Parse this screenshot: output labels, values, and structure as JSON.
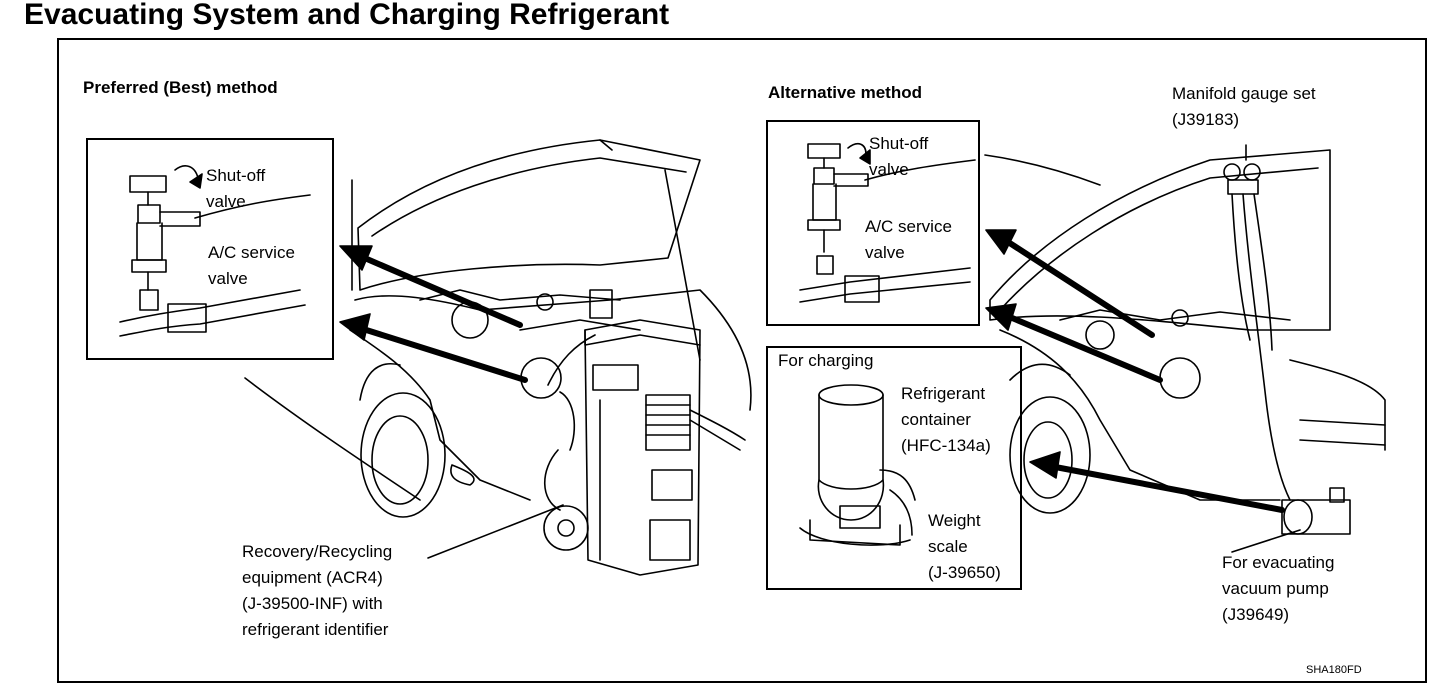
{
  "title": "Evacuating System and Charging Refrigerant",
  "left_panel": {
    "heading": "Preferred (Best) method",
    "inset": {
      "shutoff_valve": [
        "Shut-off",
        "valve"
      ],
      "service_valve": [
        "A/C service",
        "valve"
      ]
    },
    "equipment_label": [
      "Recovery/Recycling",
      "equipment (ACR4)",
      "(J-39500-INF) with",
      "refrigerant identifier"
    ]
  },
  "right_panel": {
    "heading": "Alternative method",
    "inset": {
      "shutoff_valve": [
        "Shut-off",
        "valve"
      ],
      "service_valve": [
        "A/C service",
        "valve"
      ]
    },
    "gauge_label": [
      "Manifold gauge set",
      "(J39183)"
    ],
    "charging": {
      "heading": "For charging",
      "container": [
        "Refrigerant",
        "container",
        "(HFC-134a)"
      ],
      "scale": [
        "Weight",
        "scale",
        "(J-39650)"
      ]
    },
    "pump_label": [
      "For evacuating",
      "vacuum pump",
      "(J39649)"
    ]
  },
  "figure_code": "SHA180FD"
}
